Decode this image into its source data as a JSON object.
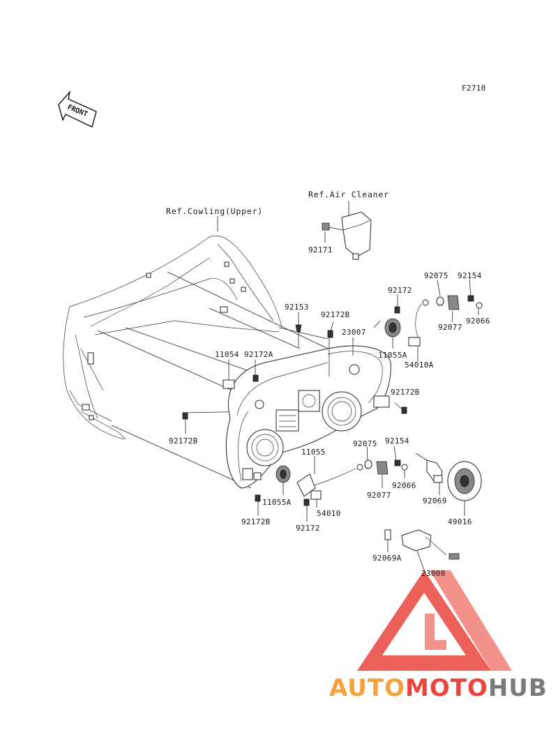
{
  "figure_code": "F2710",
  "front_arrow": {
    "label": "FRONT"
  },
  "references": {
    "air_cleaner": "Ref.Air Cleaner",
    "cowling_upper": "Ref.Cowling(Upper)"
  },
  "parts": {
    "p92171": "92171",
    "p92075_top": "92075",
    "p92154_top": "92154",
    "p92172_top": "92172",
    "p92077_top": "92077",
    "p92066_top": "92066",
    "p92153": "92153",
    "p92172B_top": "92172B",
    "p23007": "23007",
    "p11055A_top": "11055A",
    "p54010A": "54010A",
    "p11054": "11054",
    "p92172A": "92172A",
    "p92172B_right": "92172B",
    "p92172B_left": "92172B",
    "p92075_mid": "92075",
    "p92154_mid": "92154",
    "p11055": "11055",
    "p92066_mid": "92066",
    "p92077_mid": "92077",
    "p92069": "92069",
    "p11055A_bottom": "11055A",
    "p54010": "54010",
    "p92172B_bottom": "92172B",
    "p92172_bottom": "92172",
    "p49016": "49016",
    "p92069A": "92069A",
    "p23008": "23008"
  },
  "watermark": {
    "part1": "AUTO",
    "part2": "MOTO",
    "part3": "HUB",
    "colors": {
      "orange": "#f5a23c",
      "red": "#e8453c",
      "gray": "#7a7a7a"
    }
  }
}
